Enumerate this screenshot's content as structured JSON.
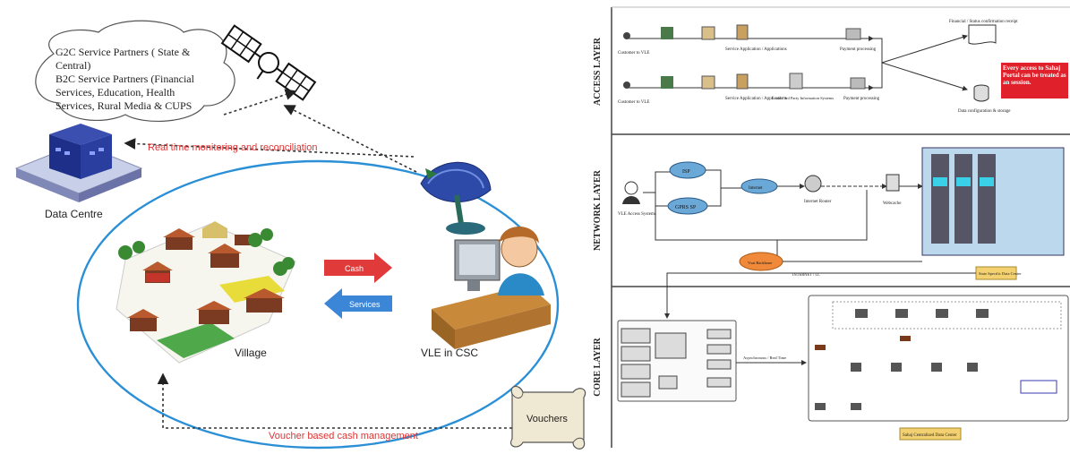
{
  "left_diagram": {
    "cloud_text": [
      "G2C Service Partners ( State &",
      "Central)",
      "B2C Service Partners (Financial",
      "Services, Education, Health",
      "Services, Rural Media & CUPS"
    ],
    "data_centre": "Data Centre",
    "realtime": "Real time monitoring and reconciliation",
    "cash": "Cash",
    "services": "Services",
    "village": "Village",
    "vle": "VLE in CSC",
    "vouchers": "Vouchers",
    "voucher_mgmt": "Voucher based cash management",
    "colors": {
      "cash_arrow": "#e03a3a",
      "services_arrow": "#3b86d6",
      "ellipse": "#2b8fd6",
      "red_text": "#e03333"
    }
  },
  "right_diagram": {
    "layers": {
      "access": "ACCESS LAYER",
      "network": "NETWORK LAYER",
      "core": "CORE LAYER"
    },
    "access": {
      "customer1": "Customer to VLE",
      "customer2": "Customer to VLE",
      "svc1": "Service Application / Applications",
      "svc2": "Service Application / Applications",
      "third_party": "Local / 3rd Party Information Systems",
      "payment1": "Payment processing",
      "payment2": "Payment processing",
      "financial": "Financial / Status confirmation receipt",
      "data_config": "Data configuration & storage",
      "notice": "Every access to Sahaj Portal can be treated as an session."
    },
    "network": {
      "isp": "ISP",
      "gprs": "GPRS SP",
      "internet": "Internet",
      "router": "Internet Router",
      "webcache": "Webcache",
      "vsat": "Vsat Backbone",
      "vle_access": "VLE Access Systems",
      "state_dc": "State Specific Data Center",
      "internet_ll": "INTERNET / LL"
    },
    "core": {
      "sync": "Asynchronous / Real Time",
      "sahaj_dc": "Sahaj Centralized Data Center"
    },
    "colors": {
      "panel_border": "#333333",
      "cloud": "#f08a3a",
      "cloud_blue": "#6aa8d8",
      "notice_bg": "#e0202a",
      "rack_bg": "#bcd8ec"
    }
  }
}
